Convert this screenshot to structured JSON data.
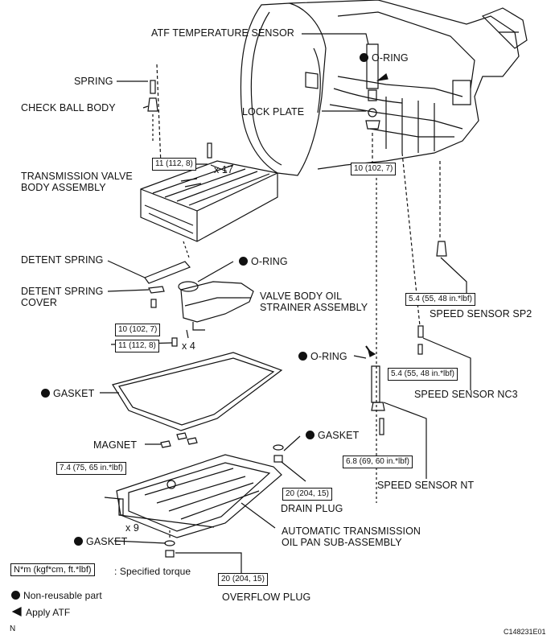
{
  "labels": {
    "atf_temperature_sensor": "ATF TEMPERATURE SENSOR",
    "o_ring_top": "O-RING",
    "spring": "SPRING",
    "check_ball_body": "CHECK BALL BODY",
    "lock_plate": "LOCK PLATE",
    "transmission_valve_body": "TRANSMISSION VALVE\nBODY ASSEMBLY",
    "qty_17": "x 17",
    "detent_spring": "DETENT SPRING",
    "o_ring_mid": "O-RING",
    "detent_spring_cover": "DETENT SPRING\nCOVER",
    "strainer": "VALVE BODY OIL\nSTRAINER ASSEMBLY",
    "qty_4": "x 4",
    "speed_sensor_sp2": "SPEED SENSOR SP2",
    "o_ring_right": "O-RING",
    "gasket_pan": "GASKET",
    "speed_sensor_nc3": "SPEED SENSOR NC3",
    "magnet": "MAGNET",
    "gasket_drain": "GASKET",
    "speed_sensor_nt": "SPEED SENSOR NT",
    "drain_plug": "DRAIN PLUG",
    "qty_9": "x 9",
    "automatic_oil_pan": "AUTOMATIC TRANSMISSION\nOIL PAN SUB-ASSEMBLY",
    "gasket_overflow": "GASKET",
    "overflow_plug": "OVERFLOW PLUG"
  },
  "torques": {
    "t_11_top": "11 (112, 8)",
    "t_10_lockplate": "10 (102, 7)",
    "t_10_detent": "10 (102, 7)",
    "t_11_strainer": "11 (112, 8)",
    "t_sp2": "5.4 (55, 48 in.*lbf)",
    "t_nc3": "5.4 (55, 48 in.*lbf)",
    "t_pan": "7.4 (75, 65 in.*lbf)",
    "t_nt": "6.8 (69, 60 in.*lbf)",
    "t_drain": "20 (204, 15)",
    "t_overflow": "20 (204, 15)"
  },
  "legend": {
    "torque_key": "N*m (kgf*cm, ft.*lbf)",
    "torque_desc": ": Specified torque",
    "non_reusable": "Non-reusable part",
    "apply_atf": "Apply ATF",
    "corner_letter": "N",
    "figure_code": "C148231E01"
  }
}
